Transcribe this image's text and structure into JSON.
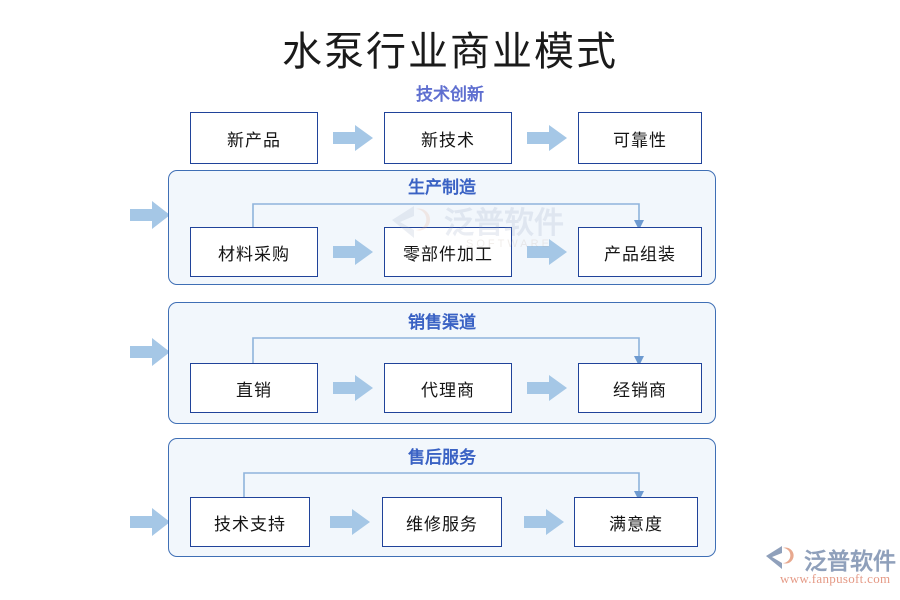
{
  "title": "水泵行业商业模式",
  "colors": {
    "panel_fill": "#f2f7fc",
    "panel_border": "#3f6fb5",
    "node_border": "#20439a",
    "node_fill": "#ffffff",
    "arrow_fill": "#a5c7e6",
    "section_label": "#3a62c4",
    "top_label": "#5f6fd0",
    "title_text": "#1a1a1a",
    "logo_text": "#8fa0bb",
    "logo_url": "#e59a86"
  },
  "sections": [
    {
      "id": "innovation",
      "label": "技术创新",
      "boxed": false,
      "entry_arrow": false,
      "feedback": false,
      "nodes": [
        {
          "id": "new-product",
          "label": "新产品"
        },
        {
          "id": "new-technology",
          "label": "新技术"
        },
        {
          "id": "reliability",
          "label": "可靠性"
        }
      ]
    },
    {
      "id": "manufacturing",
      "label": "生产制造",
      "boxed": true,
      "entry_arrow": true,
      "feedback": true,
      "nodes": [
        {
          "id": "material-purchase",
          "label": "材料采购"
        },
        {
          "id": "parts-processing",
          "label": "零部件加工"
        },
        {
          "id": "product-assembly",
          "label": "产品组装"
        }
      ]
    },
    {
      "id": "sales-channel",
      "label": "销售渠道",
      "boxed": true,
      "entry_arrow": true,
      "feedback": true,
      "nodes": [
        {
          "id": "direct-sales",
          "label": "直销"
        },
        {
          "id": "agent",
          "label": "代理商"
        },
        {
          "id": "distributor",
          "label": "经销商"
        }
      ]
    },
    {
      "id": "after-sales",
      "label": "售后服务",
      "boxed": true,
      "entry_arrow": true,
      "feedback": true,
      "nodes": [
        {
          "id": "technical-support",
          "label": "技术支持"
        },
        {
          "id": "repair-service",
          "label": "维修服务"
        },
        {
          "id": "satisfaction",
          "label": "满意度"
        }
      ]
    }
  ],
  "watermark": {
    "text": "泛普软件",
    "subtext": "SOFTWARE"
  },
  "logo": {
    "name": "泛普软件",
    "url": "www.fanpusoft.com"
  }
}
